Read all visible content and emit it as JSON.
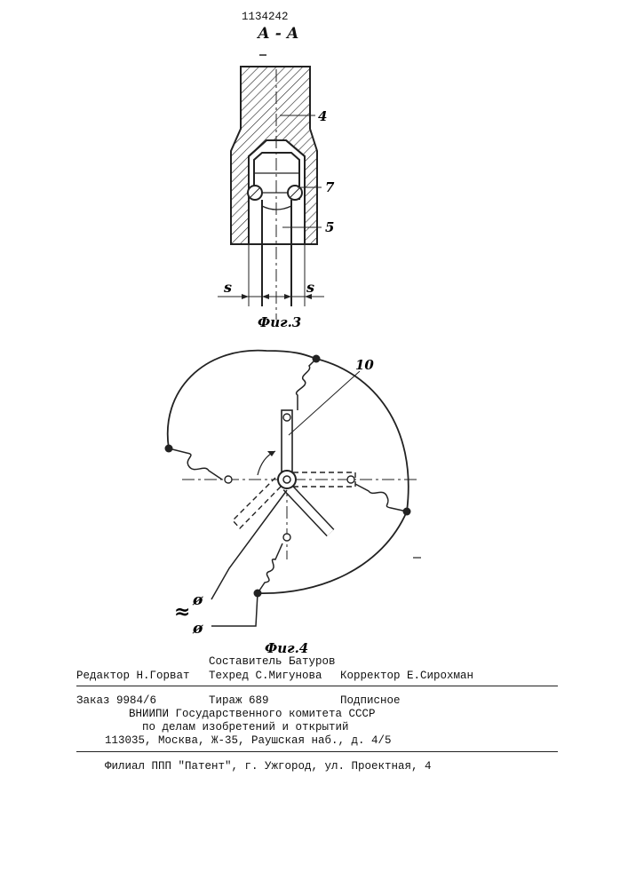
{
  "patent_number": "1134242",
  "section_label": "А - А",
  "fig3": {
    "caption": "Фиг.3",
    "callouts": [
      "4",
      "7",
      "5"
    ],
    "dim_left": "s",
    "dim_right": "s"
  },
  "fig4": {
    "caption": "Фиг.4",
    "callout": "10",
    "supply_symbol": "≈",
    "terminal_symbols": [
      "ø",
      "ø"
    ]
  },
  "colophon": {
    "composer": "Составитель Батуров",
    "editor": "Редактор Н.Горват",
    "techred": "Техред С.Мигунова",
    "corrector": "Корректор Е.Сирохман",
    "order": "Заказ 9984/6",
    "circulation": "Тираж 689",
    "subscription": "Подписное",
    "org_line1": "ВНИИПИ Государственного комитета СССР",
    "org_line2": "по делам изобретений и открытий",
    "address": "113035, Москва, Ж-35, Раушская наб., д. 4/5",
    "branch": "Филиал ППП \"Патент\", г. Ужгород, ул. Проектная, 4"
  }
}
